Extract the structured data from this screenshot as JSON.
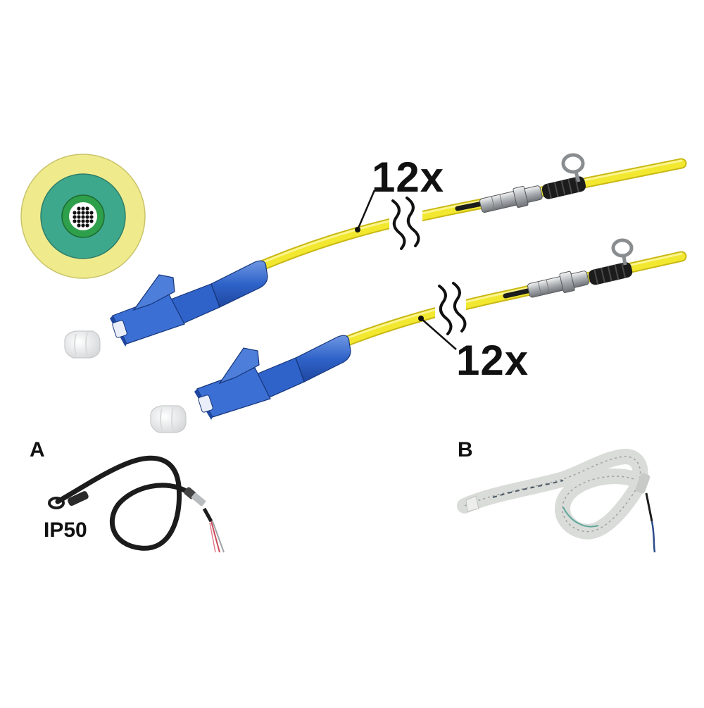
{
  "labels": {
    "count_top": "12x",
    "count_bottom": "12x",
    "variant_a": "A",
    "variant_b": "B",
    "ip_rating": "IP50"
  },
  "colors": {
    "jacket_yellow": "#f2e830",
    "outer_ring": "#efeb8c",
    "middle_ring": "#3ea88d",
    "inner_ring": "#2e9f4a",
    "connector_blue": "#2f63c9",
    "connector_blue_light": "#6f97e3",
    "metal": "#b9bcbf",
    "boot_black": "#1c1c1c",
    "pulling_mesh": "#d9dcd8"
  }
}
